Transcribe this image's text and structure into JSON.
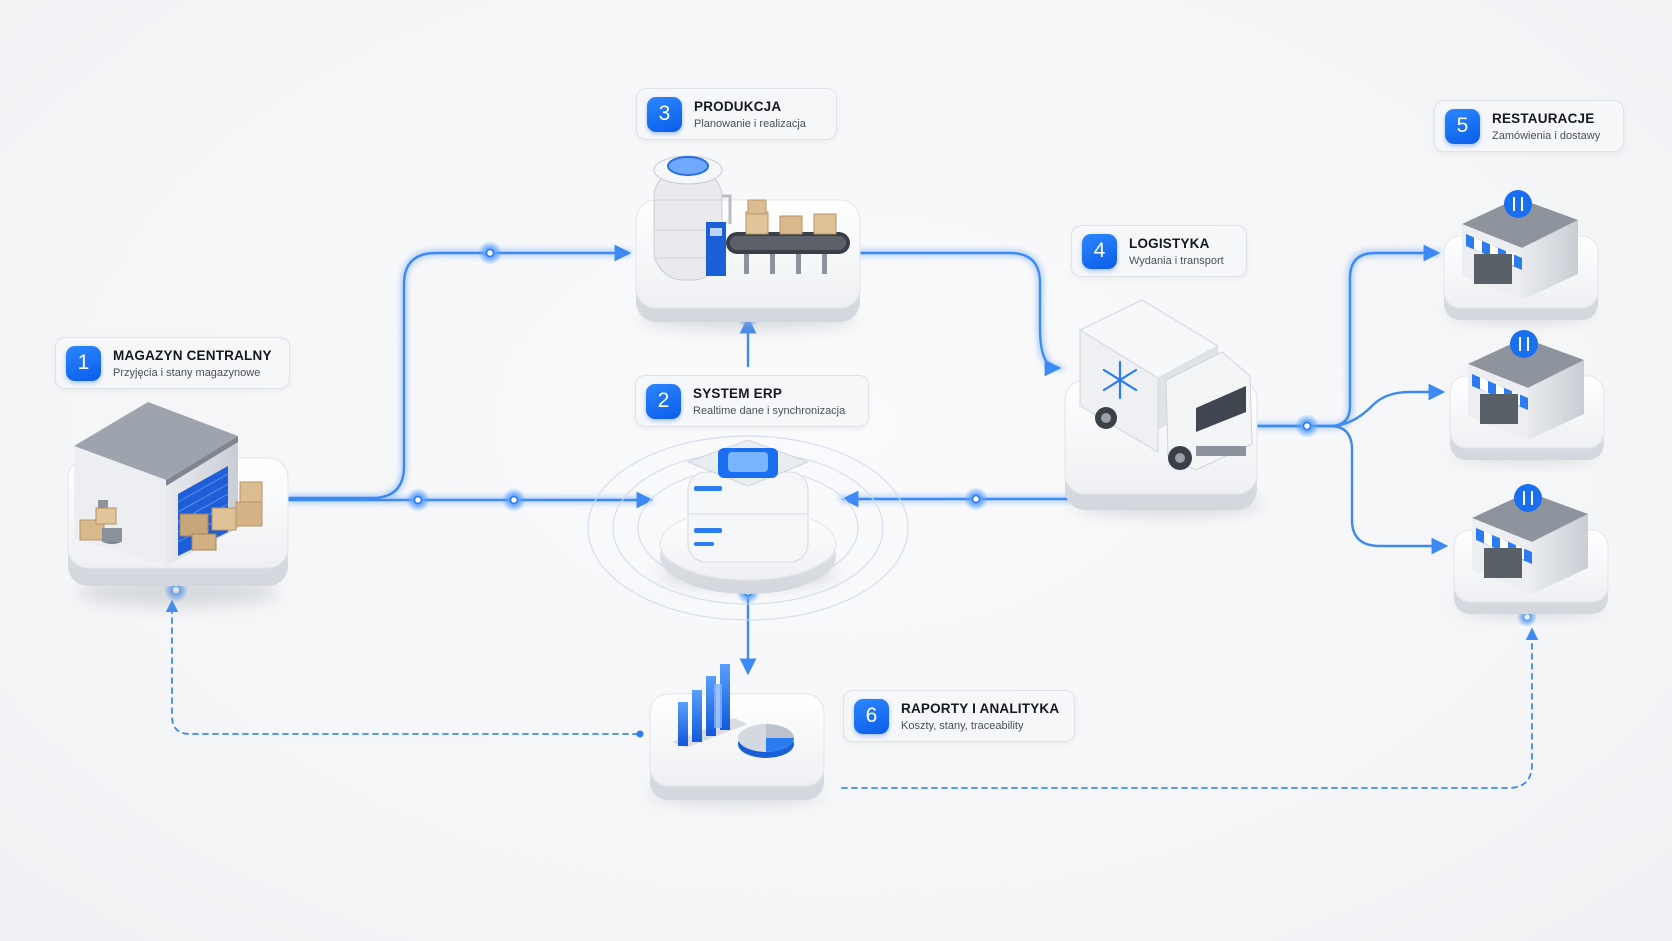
{
  "nodes": [
    {
      "id": "magazyn",
      "number": "1",
      "title": "MAGAZYN CENTRALNY",
      "subtitle": "Przyjęcia i stany magazynowe"
    },
    {
      "id": "erp",
      "number": "2",
      "title": "SYSTEM ERP",
      "subtitle": "Realtime dane i synchronizacja"
    },
    {
      "id": "produkcja",
      "number": "3",
      "title": "PRODUKCJA",
      "subtitle": "Planowanie i realizacja"
    },
    {
      "id": "logistyka",
      "number": "4",
      "title": "LOGISTYKA",
      "subtitle": "Wydania i transport"
    },
    {
      "id": "restauracje",
      "number": "5",
      "title": "RESTAURACJE",
      "subtitle": "Zamówienia i dostawy"
    },
    {
      "id": "raporty",
      "number": "6",
      "title": "RAPORTY I ANALITYKA",
      "subtitle": "Koszty, stany, traceability"
    }
  ],
  "edges": [
    {
      "from": "magazyn",
      "to": "produkcja",
      "style": "solid"
    },
    {
      "from": "magazyn",
      "to": "erp",
      "style": "solid"
    },
    {
      "from": "erp",
      "to": "produkcja",
      "style": "solid"
    },
    {
      "from": "produkcja",
      "to": "logistyka",
      "style": "solid"
    },
    {
      "from": "logistyka",
      "to": "erp",
      "style": "solid"
    },
    {
      "from": "logistyka",
      "to": "restauracje",
      "style": "solid"
    },
    {
      "from": "erp",
      "to": "raporty",
      "style": "solid"
    },
    {
      "from": "raporty",
      "to": "magazyn",
      "style": "dashed"
    },
    {
      "from": "raporty",
      "to": "restauracje",
      "style": "dashed"
    }
  ],
  "colors": {
    "accent": "#1a73f0",
    "line": "#3d8af5",
    "platform": "#f2f3f5",
    "card": "#f6f7f9"
  }
}
